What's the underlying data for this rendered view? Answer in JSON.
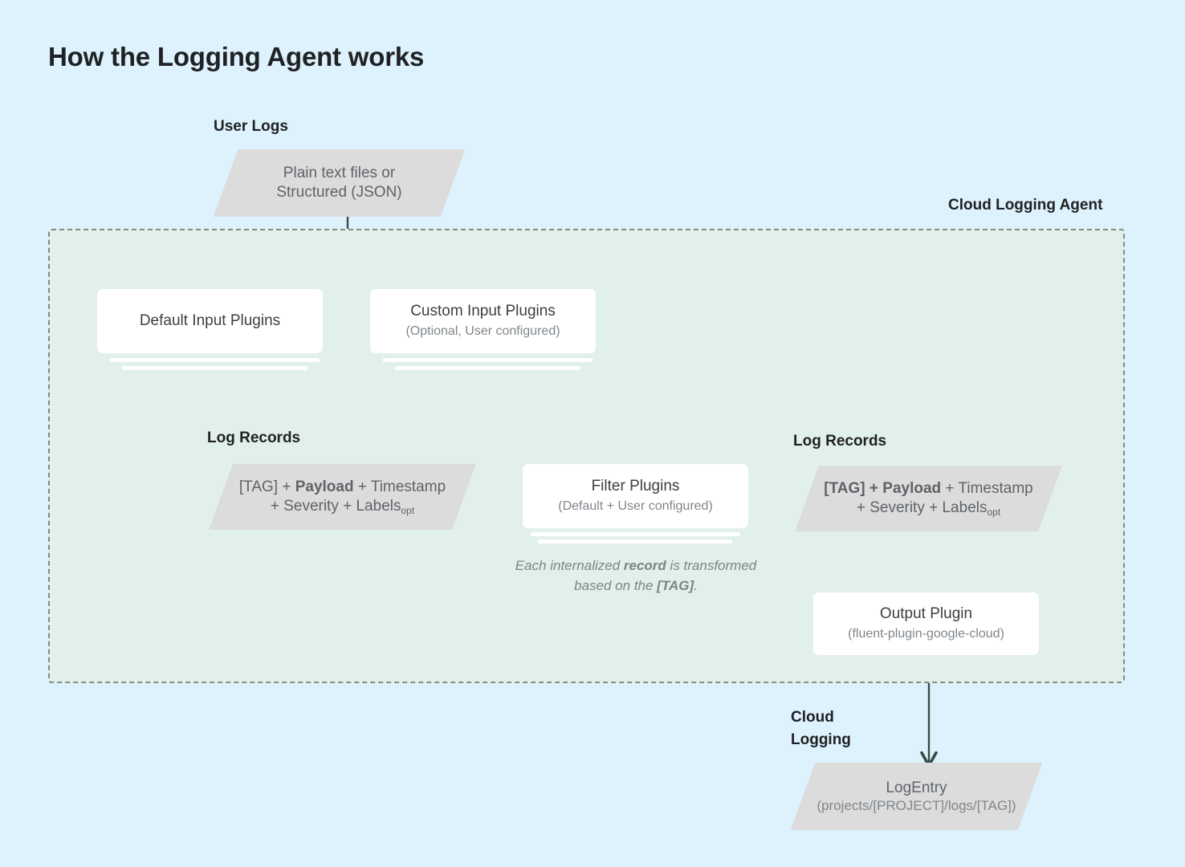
{
  "page": {
    "title": "How the Logging Agent works",
    "background_color": "#ddf2fc",
    "agent_region_color": "#e1f0ea",
    "shape_color": "#dcdcdc",
    "line_color": "#3c4a44"
  },
  "captions": {
    "user_logs": "User Logs",
    "cloud_logging_agent": "Cloud Logging Agent",
    "log_records_left": "Log Records",
    "log_records_right": "Log Records",
    "cloud_logging_line1": "Cloud",
    "cloud_logging_line2": "Logging"
  },
  "shapes": {
    "user_logs": {
      "line1": "Plain text files or",
      "line2": "Structured (JSON)"
    },
    "log_record_left": {
      "prefix": "[TAG] + ",
      "bold": "Payload",
      "mid": " + Timestamp",
      "line2_pre": "+ Severity + Labels",
      "line2_sub": "opt"
    },
    "log_record_right": {
      "prefix": "[TAG] + ",
      "bold": "Payload",
      "mid": " + Timestamp",
      "line2_pre": "+ Severity + Labels",
      "line2_sub": "opt"
    },
    "log_entry": {
      "title": "LogEntry",
      "subtitle": "(projects/[PROJECT]/logs/[TAG])"
    }
  },
  "boxes": {
    "default_input": {
      "title": "Default Input Plugins",
      "subtitle": ""
    },
    "custom_input": {
      "title": "Custom Input Plugins",
      "subtitle": "(Optional, User configured)"
    },
    "filter": {
      "title": "Filter Plugins",
      "subtitle": "(Default + User configured)"
    },
    "output": {
      "title": "Output Plugin",
      "subtitle": "(fluent-plugin-google-cloud)"
    }
  },
  "notes": {
    "filter_note_pre": "Each internalized ",
    "filter_note_b1": "record",
    "filter_note_mid": " is transformed based on the ",
    "filter_note_b2": "[TAG]",
    "filter_note_end": "."
  }
}
